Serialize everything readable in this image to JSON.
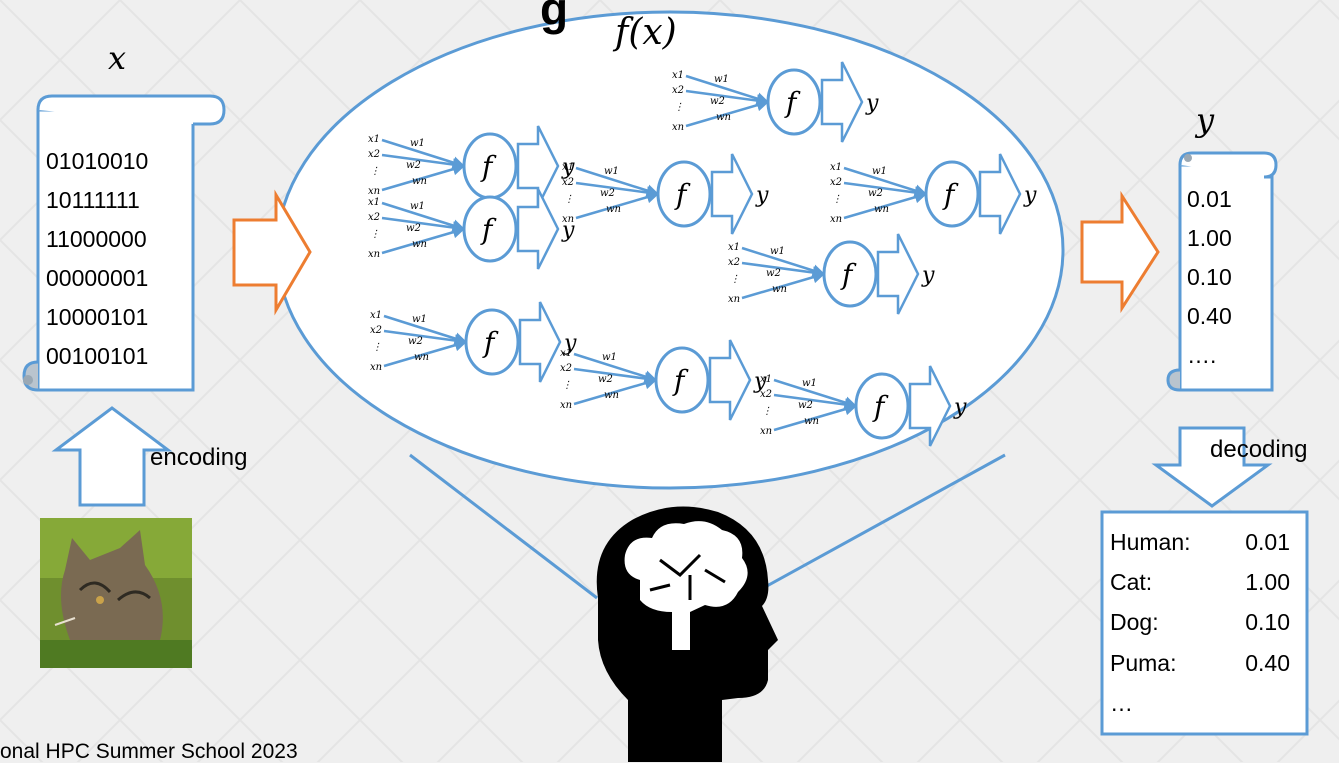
{
  "title_fragment": "g",
  "footer": "onal HPC Summer School 2023",
  "function_label": "f(x)",
  "input_label": "x",
  "output_label": "y",
  "input_bits": [
    "01010010",
    "10111111",
    "11000000",
    "00000001",
    "10000101",
    "00100101"
  ],
  "output_values": [
    "0.01",
    "1.00",
    "0.10",
    "0.40",
    "…."
  ],
  "encoding_label": "encoding",
  "decoding_label": "decoding",
  "neuron": {
    "inputs": [
      "x1",
      "x2",
      "⋮",
      "xn"
    ],
    "weights": [
      "w1",
      "w2",
      "wn"
    ],
    "node": "f",
    "output": "y"
  },
  "classes": [
    {
      "name": "Human:",
      "value": "0.01"
    },
    {
      "name": "Cat:",
      "value": "1.00"
    },
    {
      "name": "Dog:",
      "value": "0.10"
    },
    {
      "name": "Puma:",
      "value": "0.40"
    },
    {
      "name": "…",
      "value": ""
    }
  ],
  "image": {
    "subject": "cat-photo"
  },
  "icons": [
    "head-brain-icon",
    "scroll-icon",
    "arrow-icon"
  ],
  "colors": {
    "line": "#5b9bd5",
    "orange_arrow": "#ed7d31",
    "background": "#efefef"
  }
}
